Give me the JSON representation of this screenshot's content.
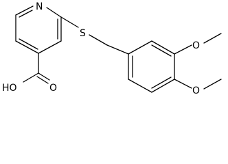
{
  "molecule": {
    "atom_labels": {
      "ring_nitrogen": "N",
      "sulfur": "S",
      "methoxy_oxygen_top": "O",
      "methoxy_oxygen_bottom": "O",
      "carboxyl_oxygen": "O",
      "carboxyl_hydroxyl": "HO"
    }
  },
  "colors": {
    "bond": "#000000",
    "label": "#000000",
    "background": "#ffffff"
  }
}
